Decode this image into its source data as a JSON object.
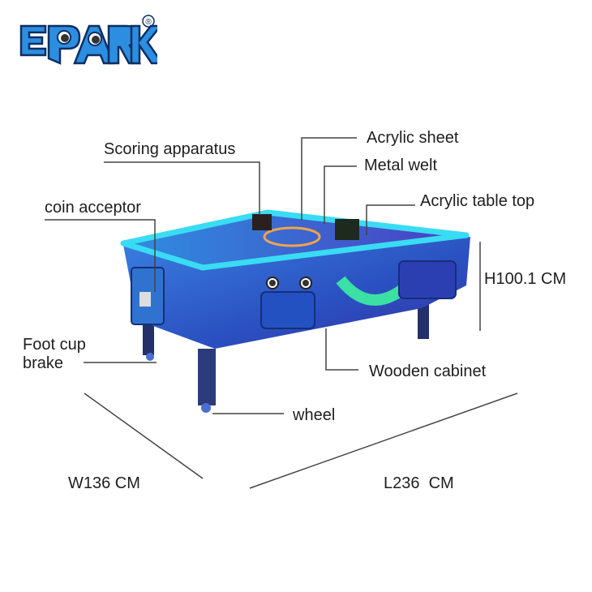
{
  "brand": {
    "name": "EPARK",
    "registered_mark": "®",
    "primary_color": "#1f7fd0",
    "outline_color": "#0d2f63"
  },
  "product": {
    "type": "air hockey table",
    "cabinet_color": "#2a55c8",
    "rim_color": "#33d6f0",
    "accent_color": "#38e0a0"
  },
  "callouts": [
    {
      "id": "acrylic-sheet",
      "label": "Acrylic sheet"
    },
    {
      "id": "scoring-apparatus",
      "label": "Scoring apparatus"
    },
    {
      "id": "metal-welt",
      "label": "Metal welt"
    },
    {
      "id": "coin-acceptor",
      "label": "coin acceptor"
    },
    {
      "id": "acrylic-table-top",
      "label": "Acrylic table top"
    },
    {
      "id": "foot-cup-brake",
      "label_line1": "Foot cup",
      "label_line2": "brake"
    },
    {
      "id": "wooden-cabinet",
      "label": "Wooden cabinet"
    },
    {
      "id": "wheel",
      "label": "wheel"
    }
  ],
  "dimensions": {
    "height": "H100.1 CM",
    "width": "W136 CM",
    "length": "L236  CM"
  }
}
